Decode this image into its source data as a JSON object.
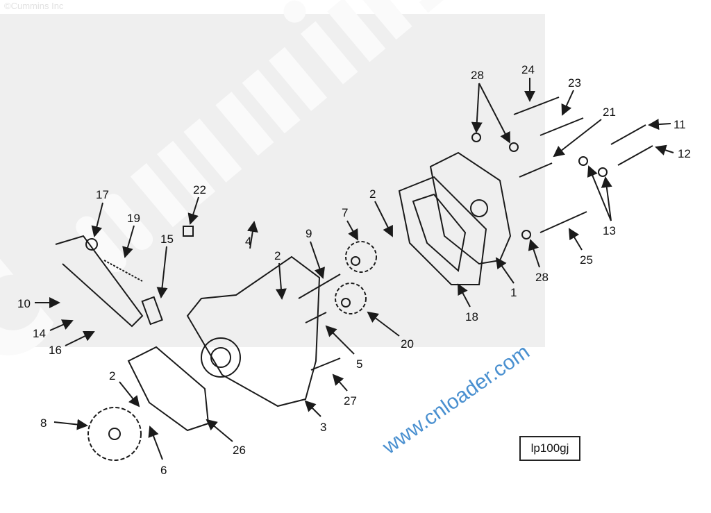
{
  "copyright": "©Cummins Inc",
  "watermark_logo": "Cummins",
  "watermark_site": "www.cnloader.com",
  "drawing_code": "lp100gj",
  "labels": [
    "17",
    "19",
    "22",
    "15",
    "4",
    "2",
    "9",
    "7",
    "2",
    "28",
    "24",
    "23",
    "21",
    "11",
    "12",
    "13",
    "25",
    "28",
    "1",
    "18",
    "20",
    "5",
    "27",
    "3",
    "26",
    "6",
    "8",
    "2",
    "10",
    "14",
    "16"
  ],
  "colors": {
    "watermark_blue": "#4a90d0",
    "background_grey": "#efefef"
  }
}
